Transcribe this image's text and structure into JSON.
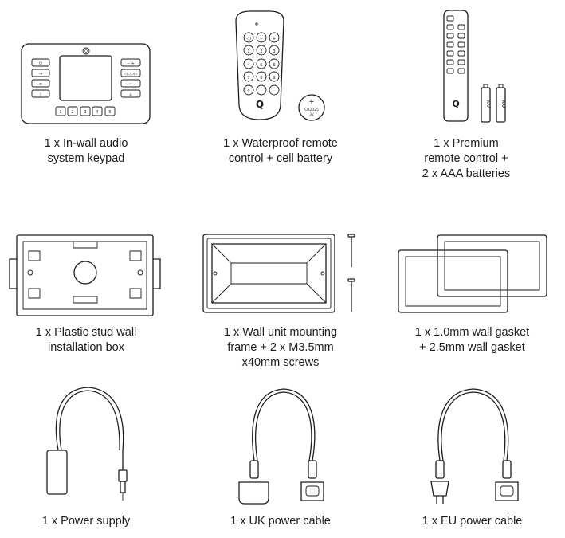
{
  "items": [
    {
      "caption": "1 x In-wall audio\nsystem keypad"
    },
    {
      "caption": "1 x Waterproof remote\ncontrol + cell battery"
    },
    {
      "caption": "1 x Premium\nremote control +\n2 x AAA batteries"
    },
    {
      "caption": "1 x Plastic stud wall\ninstallation box"
    },
    {
      "caption": "1 x Wall unit mounting\nframe + 2 x M3.5mm\nx40mm screws"
    },
    {
      "caption": "1 x 1.0mm wall gasket\n+ 2.5mm wall gasket"
    },
    {
      "caption": "1 x Power supply"
    },
    {
      "caption": "1 x UK power cable"
    },
    {
      "caption": "1 x EU power cable"
    }
  ],
  "labels": {
    "brand_logo": "Q",
    "cell_battery": "CR2025",
    "cell_battery_volt": "3V",
    "aaa": "AAA",
    "keypad_numbers": [
      "1",
      "2",
      "3",
      "4",
      "5"
    ],
    "remote_numbers": [
      "1",
      "2",
      "3",
      "4",
      "5",
      "6",
      "7",
      "8",
      "9",
      "0"
    ]
  }
}
